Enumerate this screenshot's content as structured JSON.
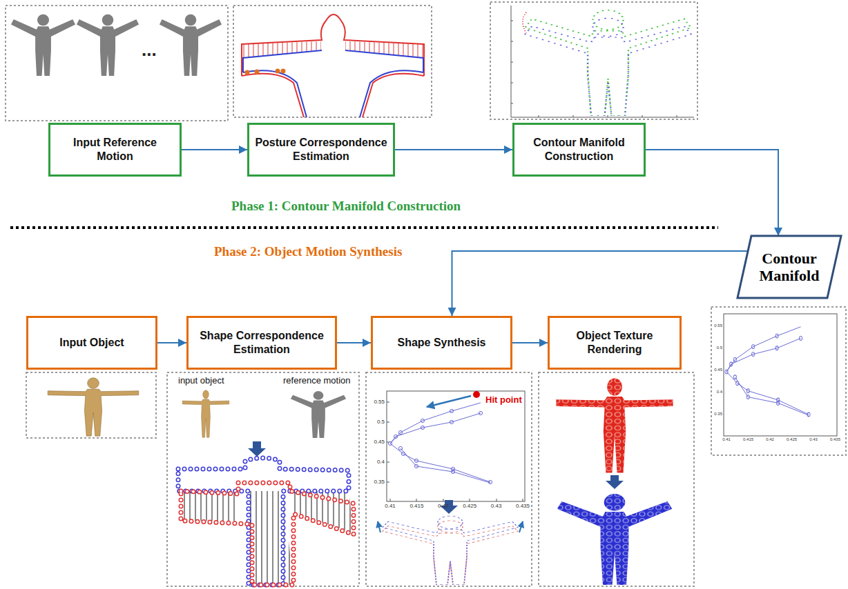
{
  "diagram": {
    "nodes": [
      {
        "text": [
          "Input Reference Motion"
        ]
      },
      {
        "text": [
          "Posture Correspondence Estimation"
        ]
      },
      {
        "text": [
          "Contour Manifold Construction"
        ]
      },
      {
        "text": [
          "Contour Manifold"
        ]
      },
      {
        "text": [
          "Input Object"
        ]
      },
      {
        "text": [
          "Shape Correspondence Estimation"
        ]
      },
      {
        "text": [
          "Shape Synthesis"
        ]
      },
      {
        "text": [
          "Object Texture Rendering"
        ]
      }
    ],
    "edges": [
      {
        "from": 0,
        "to": 1,
        "arrow": "to"
      },
      {
        "from": 1,
        "to": 2,
        "arrow": "to"
      },
      {
        "from": 2,
        "to": 3,
        "arrow": "to"
      },
      {
        "from": 3,
        "to": 6,
        "arrow": "to"
      },
      {
        "from": 4,
        "to": 5,
        "arrow": "to"
      },
      {
        "from": 5,
        "to": 6,
        "arrow": "to"
      },
      {
        "from": 6,
        "to": 7,
        "arrow": "to"
      }
    ],
    "labels": [
      "...",
      "Phase 1: Contour Manifold Construction",
      "Phase 2: Object Motion Synthesis",
      "input object",
      "reference motion",
      "Hit point",
      "0.55",
      "0.5",
      "0.45",
      "0.4",
      "0.35",
      "0.41",
      "0.415",
      "0.42",
      "0.425",
      "0.43",
      "0.435",
      "0.55",
      "0.5",
      "0.45",
      "0.4",
      "0.35",
      "0.41",
      "0.415",
      "0.42",
      "0.425",
      "0.43",
      "0.435"
    ]
  }
}
